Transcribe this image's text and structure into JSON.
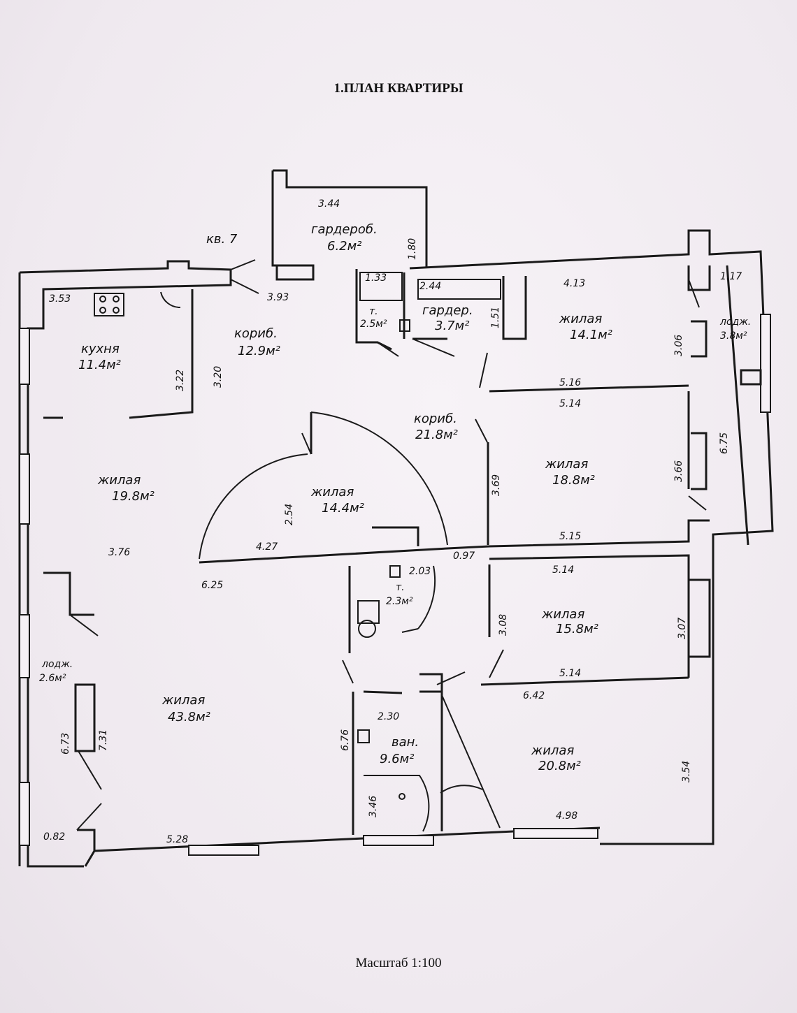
{
  "title": "1.ПЛАН КВАРТИРЫ",
  "scale": "Масштаб 1:100",
  "apartment_label": "кв. 7",
  "rooms": [
    {
      "name": "гардероб.",
      "area": "6.2м²"
    },
    {
      "name": "кухня",
      "area": "11.4м²"
    },
    {
      "name": "кориб.",
      "area": "12.9м²"
    },
    {
      "name": "т.",
      "area": "2.5м²"
    },
    {
      "name": "гардер.",
      "area": "3.7м²"
    },
    {
      "name": "жилая",
      "area": "14.1м²"
    },
    {
      "name": "лодж.",
      "area": "3.8м²"
    },
    {
      "name": "кориб.",
      "area": "21.8м²"
    },
    {
      "name": "жилая",
      "area": "19.8м²"
    },
    {
      "name": "жилая",
      "area": "14.4м²"
    },
    {
      "name": "жилая",
      "area": "18.8м²"
    },
    {
      "name": "т.",
      "area": "2.3м²"
    },
    {
      "name": "жилая",
      "area": "15.8м²"
    },
    {
      "name": "лодж.",
      "area": "2.6м²"
    },
    {
      "name": "жилая",
      "area": "43.8м²"
    },
    {
      "name": "ван.",
      "area": "9.6м²"
    },
    {
      "name": "жилая",
      "area": "20.8м²"
    }
  ],
  "dimensions": [
    "3.44",
    "1.80",
    "3.93",
    "1.33",
    "2.44",
    "1.51",
    "4.13",
    "1.17",
    "3.53",
    "3.22",
    "3.20",
    "3.06",
    "5.16",
    "5.14",
    "6.75",
    "3.69",
    "3.66",
    "2.54",
    "4.27",
    "3.76",
    "5.15",
    "0.97",
    "6.25",
    "2.03",
    "5.14",
    "3.08",
    "3.07",
    "5.14",
    "6.42",
    "2.30",
    "6.76",
    "6.73",
    "7.31",
    "3.54",
    "3.46",
    "4.98",
    "0.82",
    "5.28"
  ]
}
